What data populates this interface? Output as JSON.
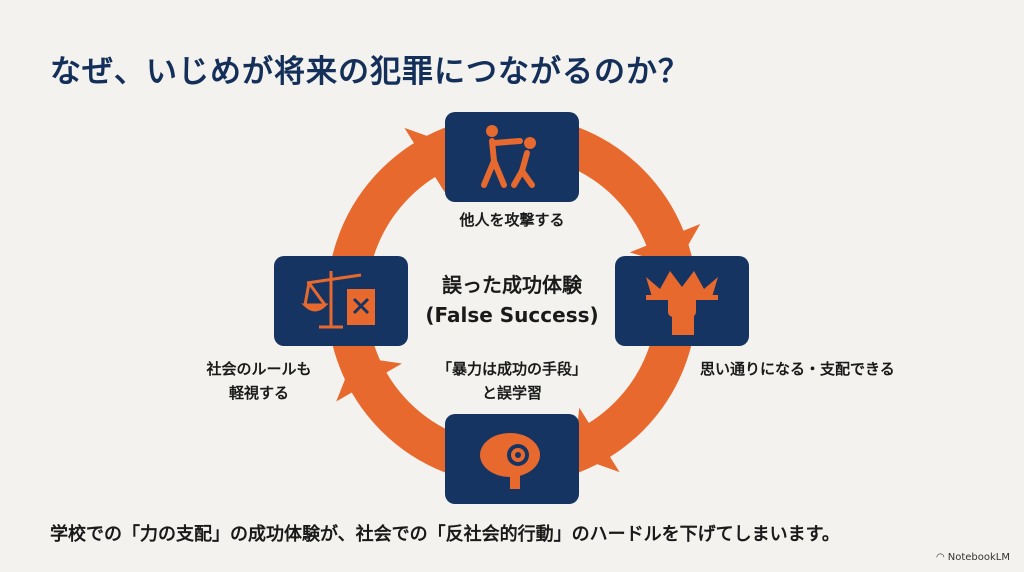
{
  "title": "なぜ、いじめが将来の犯罪につながるのか？",
  "center": {
    "line1": "誤った成功体験",
    "line2": "(False Success)"
  },
  "mid_note": {
    "line1": "「暴力は成功の手段」",
    "line2": "と誤学習"
  },
  "nodes": {
    "top": {
      "label": "他人を攻撃する",
      "icon": "punch-icon"
    },
    "right": {
      "label": "思い通りになる・支配できる",
      "icon": "fist-crown-icon"
    },
    "bottom": {
      "icon": "brain-gear-icon"
    },
    "left": {
      "label_line1": "社会のルールも",
      "label_line2": "軽視する",
      "icon": "scale-book-icon"
    }
  },
  "footer": "学校での「力の支配」の成功体験が、社会での「反社会的行動」のハードルを下げてしまいます。",
  "brand": "NotebookLM",
  "colors": {
    "navy": "#163462",
    "orange": "#e8692e",
    "background": "#f4f2ee"
  }
}
